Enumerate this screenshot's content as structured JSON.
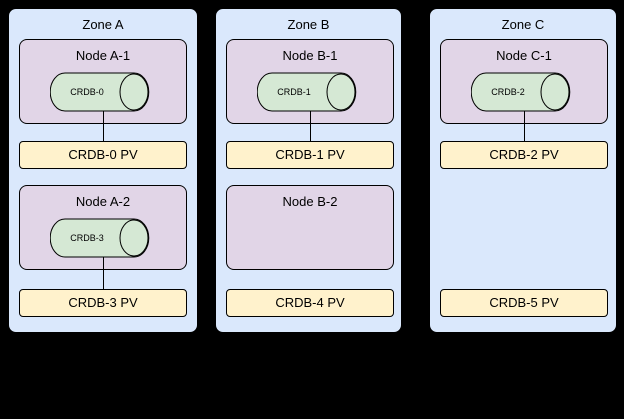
{
  "diagram": {
    "background": "#000000",
    "zone_fill": "#dae8fc",
    "node_fill": "#e1d5e7",
    "disk_fill": "#d5e8d4",
    "pv_fill": "#fff2cc",
    "border_color": "#000000"
  },
  "zones": [
    {
      "label": "Zone A",
      "node1": {
        "label": "Node A-1",
        "disk": "CRDB-0"
      },
      "pv1": "CRDB-0 PV",
      "node2": {
        "label": "Node A-2",
        "disk": "CRDB-3"
      },
      "pv2": "CRDB-3 PV"
    },
    {
      "label": "Zone B",
      "node1": {
        "label": "Node B-1",
        "disk": "CRDB-1"
      },
      "pv1": "CRDB-1 PV",
      "node2": {
        "label": "Node B-2",
        "disk": null
      },
      "pv2": "CRDB-4 PV"
    },
    {
      "label": "Zone C",
      "node1": {
        "label": "Node C-1",
        "disk": "CRDB-2"
      },
      "pv1": "CRDB-2 PV",
      "node2": null,
      "pv2": "CRDB-5 PV"
    }
  ]
}
